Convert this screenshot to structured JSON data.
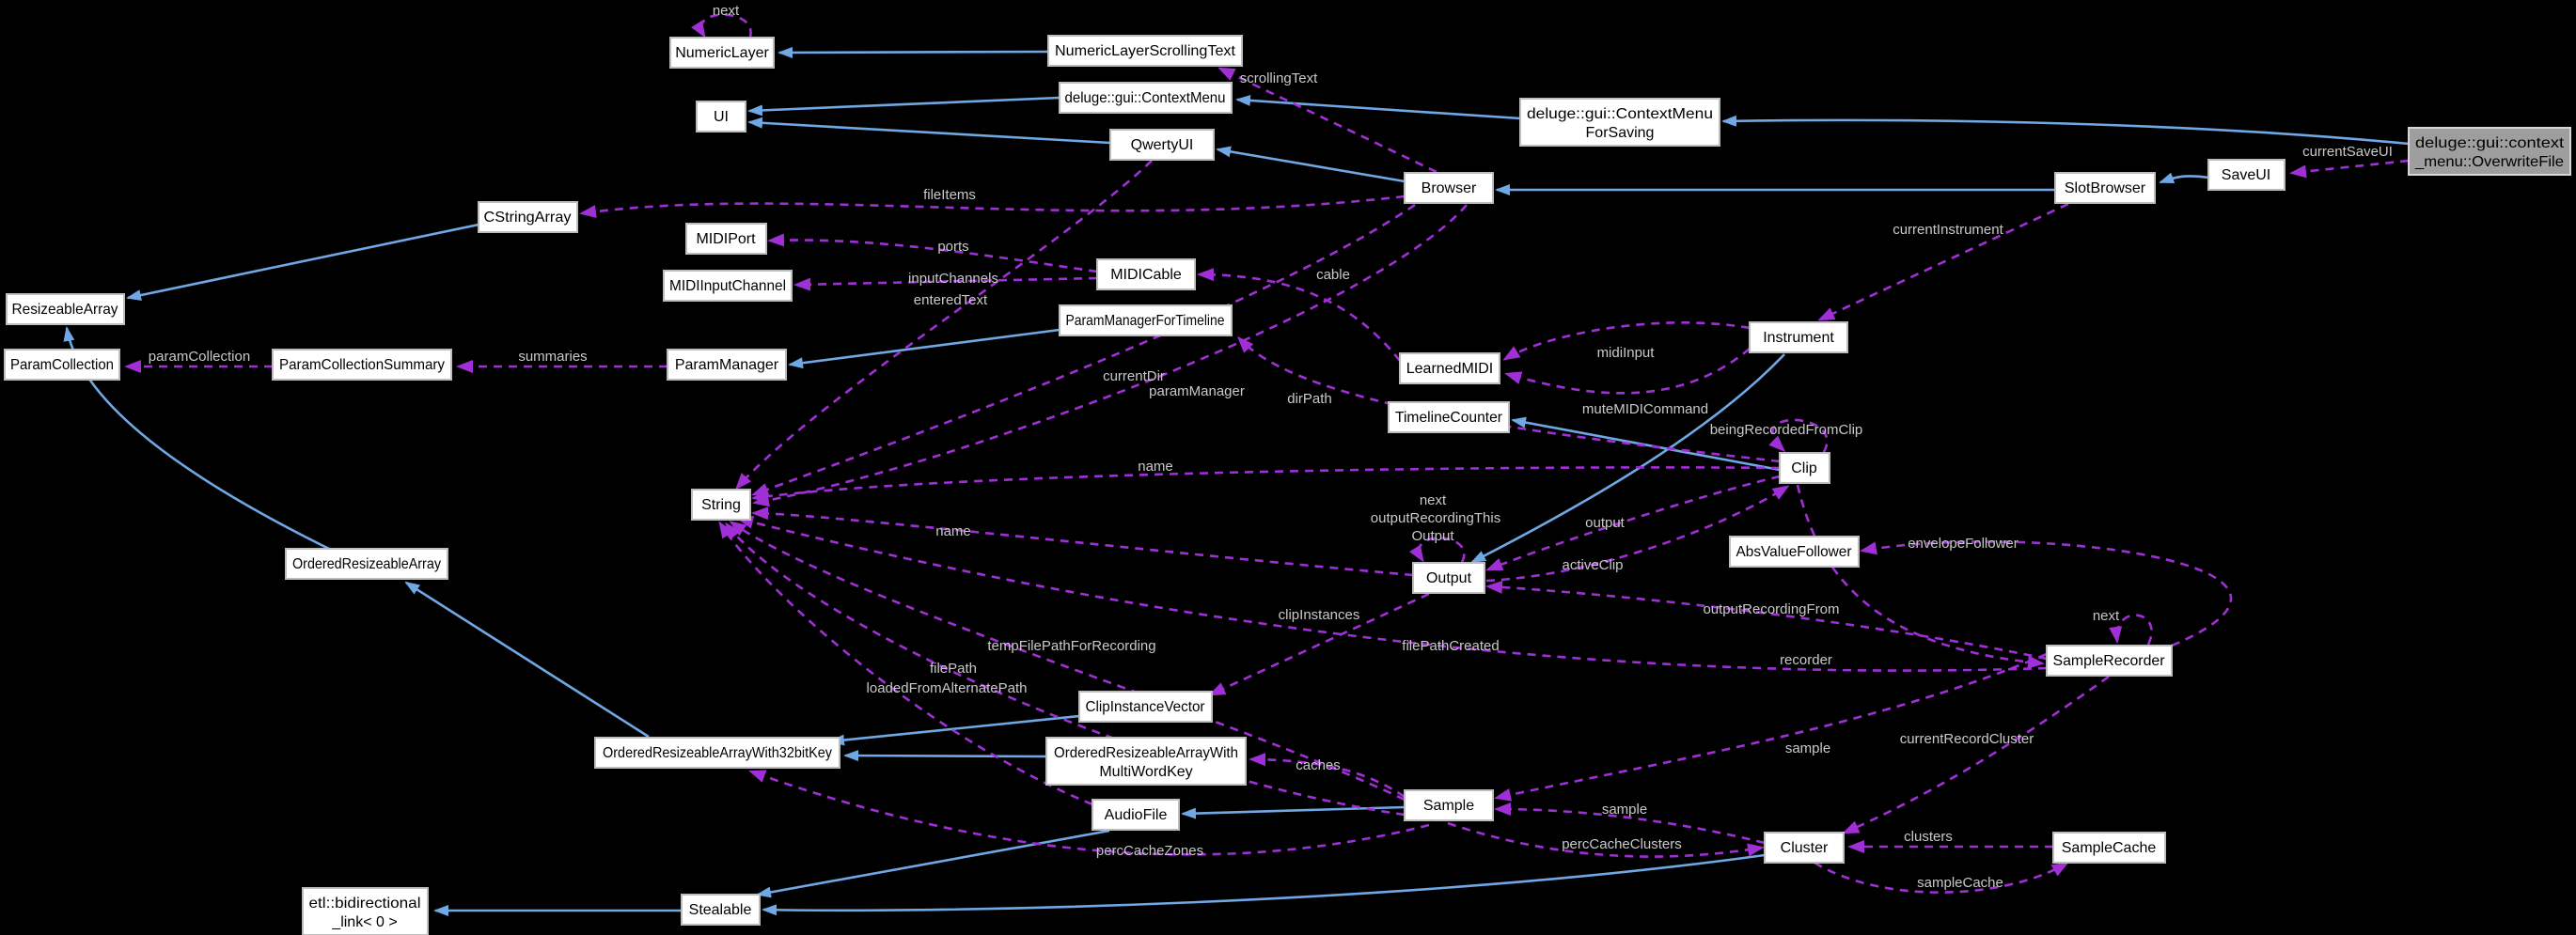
{
  "diagram": {
    "title": "deluge::gui::context_menu::OverwriteFile collaboration graph",
    "colors": {
      "background": "#000000",
      "inheritance_edge": "#6FA8E4",
      "usage_edge": "#A02FD6",
      "node_fill": "#FFFFFF",
      "node_border": "#BDBDBD",
      "node_text": "#000000",
      "highlight_node_fill": "#9E9E9E",
      "edge_label_text": "#C9C9C9"
    },
    "nodes": {
      "numericLayer": "NumericLayer",
      "numericLayerScrollingText": "NumericLayerScrollingText",
      "ui": "UI",
      "contextMenu": "deluge::gui::ContextMenu",
      "qwertyUI": "QwertyUI",
      "contextMenuForSaving1": "deluge::gui::ContextMenu",
      "contextMenuForSaving2": "ForSaving",
      "browser": "Browser",
      "slotBrowser": "SlotBrowser",
      "saveUI": "SaveUI",
      "overwriteFile1": "deluge::gui::context",
      "overwriteFile2": "_menu::OverwriteFile",
      "cStringArray": "CStringArray",
      "midiPort": "MIDIPort",
      "midiInputChannel": "MIDIInputChannel",
      "resizeableArray": "ResizeableArray",
      "midiCable": "MIDICable",
      "paramManagerForTimeline": "ParamManagerForTimeline",
      "paramCollection": "ParamCollection",
      "paramCollectionSummary": "ParamCollectionSummary",
      "paramManager": "ParamManager",
      "learnedMIDI": "LearnedMIDI",
      "timelineCounter": "TimelineCounter",
      "instrument": "Instrument",
      "clip": "Clip",
      "string": "String",
      "output": "Output",
      "absValueFollower": "AbsValueFollower",
      "sampleRecorder": "SampleRecorder",
      "orderedResizeableArray": "OrderedResizeableArray",
      "clipInstanceVector": "ClipInstanceVector",
      "ora32": "OrderedResizeableArrayWith32bitKey",
      "oraMulti1": "OrderedResizeableArrayWith",
      "oraMulti2": "MultiWordKey",
      "audioFile": "AudioFile",
      "sample": "Sample",
      "cluster": "Cluster",
      "sampleCache": "SampleCache",
      "stealable": "Stealable",
      "etlLink1": "etl::bidirectional",
      "etlLink2": "_link< 0 >"
    },
    "edgeLabels": {
      "nextTop": "next",
      "scrollingText": "scrollingText",
      "fileItems": "fileItems",
      "ports": "ports",
      "inputChannels": "inputChannels",
      "enteredText": "enteredText",
      "cable": "cable",
      "currentDir": "currentDir",
      "dirPath": "dirPath",
      "paramManager": "paramManager",
      "midiInput": "midiInput",
      "muteMIDICommand": "muteMIDICommand",
      "summaries": "summaries",
      "paramCollection": "paramCollection",
      "beingRecordedFromClip": "beingRecordedFromClip",
      "currentInstrument": "currentInstrument",
      "currentSaveUI": "currentSaveUI",
      "nameClip": "name",
      "nameOutput": "name",
      "outNext": "next",
      "outRecThis": "outputRecordingThis",
      "outRecOutput": "Output",
      "output": "output",
      "activeClip": "activeClip",
      "envelopeFollower": "envelopeFollower",
      "outputRecordingFrom": "outputRecordingFrom",
      "nextRecorder": "next",
      "clipInstances": "clipInstances",
      "filePathCreated": "filePathCreated",
      "recorder": "recorder",
      "tempFilePathForRecording": "tempFilePathForRecording",
      "filePath": "filePath",
      "loadedFromAlternatePath": "loadedFromAlternatePath",
      "caches": "caches",
      "sampleUpper": "sample",
      "sampleLower": "sample",
      "currentRecordCluster": "currentRecordCluster",
      "percCacheZones": "percCacheZones",
      "percCacheClusters": "percCacheClusters",
      "clusters": "clusters",
      "sampleCache": "sampleCache"
    }
  }
}
